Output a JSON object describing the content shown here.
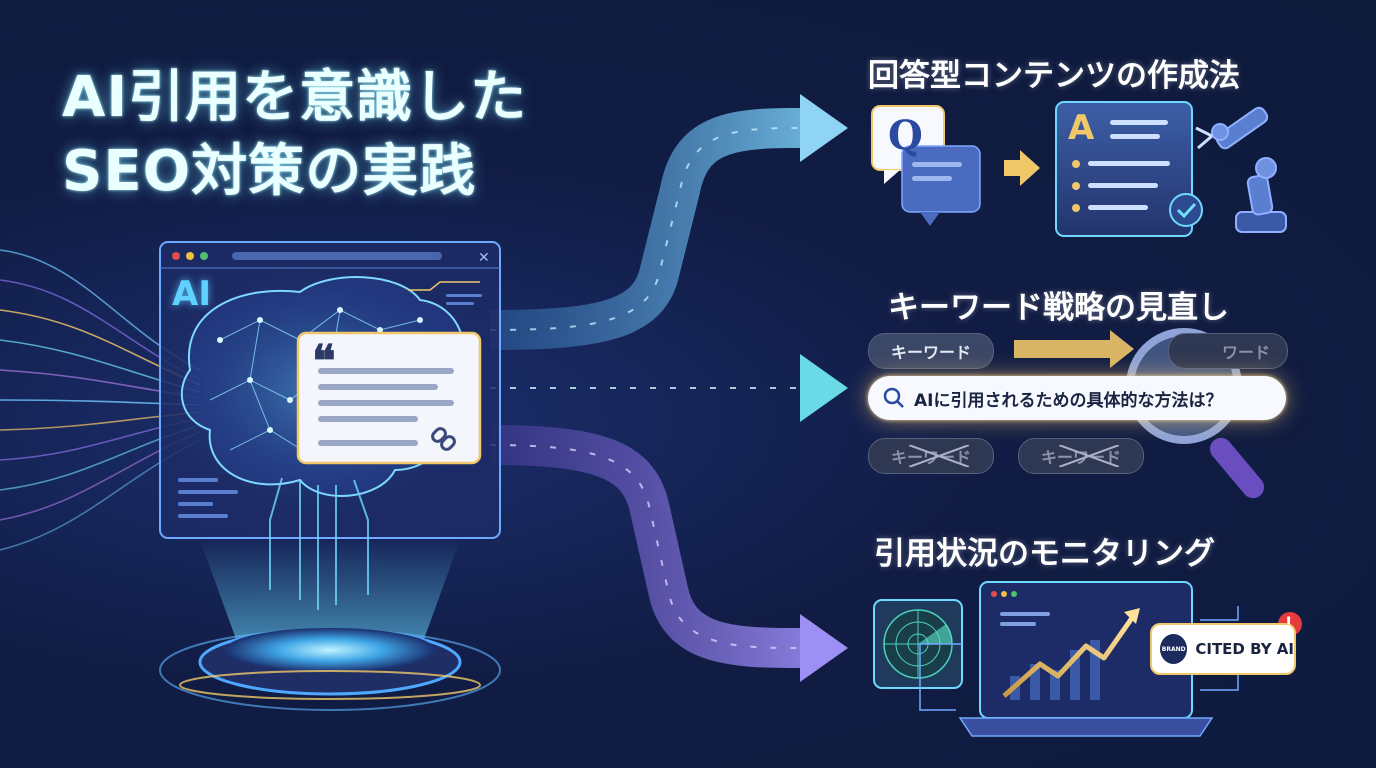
{
  "title": {
    "line1": "AI引用を意識した",
    "line2": "SEO対策の実践"
  },
  "hero": {
    "window_label": "AI",
    "quote_mark": "❝"
  },
  "sections": [
    {
      "title": "回答型コンテンツの作成法",
      "q_letter": "Q",
      "a_letter": "A"
    },
    {
      "title": "キーワード戦略の見直し",
      "keyword_left": "キーワード",
      "keyword_right": "ワード",
      "search_query": "AIに引用されるための具体的な方法は？",
      "crossed_1": "キーワード",
      "crossed_2": "キーワード"
    },
    {
      "title": "引用状況のモニタリング",
      "badge_text": "CITED BY AI",
      "brand_text": "BRAND",
      "alert": "!"
    }
  ],
  "colors": {
    "accent_cyan": "#5fd2ff",
    "accent_gold": "#f0c869",
    "arrow_purple": "#8b7bf0",
    "alert_red": "#e53b3b"
  },
  "icons": [
    "q-chat-icon",
    "answer-doc-icon",
    "robot-arm-icon",
    "magnifier-icon",
    "radar-icon",
    "growth-chart-icon",
    "link-icon",
    "check-icon"
  ]
}
